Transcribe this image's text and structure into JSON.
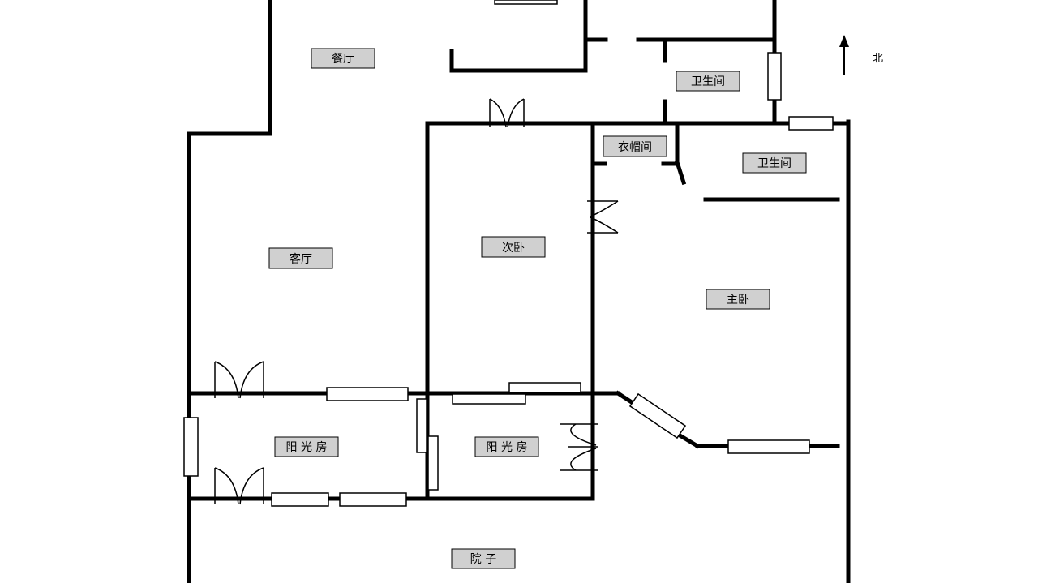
{
  "compass": {
    "label": "北",
    "icon": "north-arrow-icon"
  },
  "rooms": {
    "dining": "餐厅",
    "bath_north": "卫生间",
    "living": "客厅",
    "second_bedroom": "次卧",
    "cloakroom": "衣帽间",
    "bath_master": "卫生间",
    "master_bedroom": "主卧",
    "sunroom_west": "阳 光 房",
    "sunroom_mid": "阳 光 房",
    "yard": "院 子"
  }
}
